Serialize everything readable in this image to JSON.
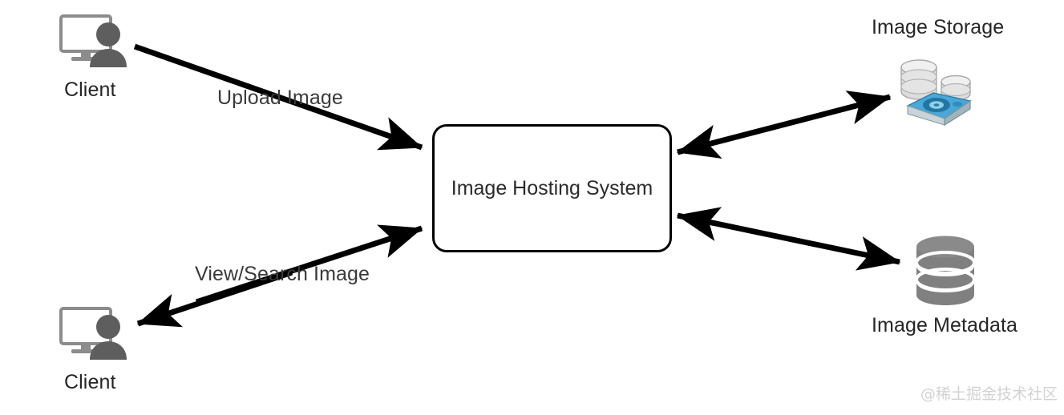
{
  "diagram": {
    "title": "Image Hosting System architecture",
    "system": {
      "label": "Image Hosting System"
    },
    "nodes": [
      {
        "id": "client-top",
        "label": "Client",
        "icon": "client-workstation-icon"
      },
      {
        "id": "client-bottom",
        "label": "Client",
        "icon": "client-workstation-icon"
      },
      {
        "id": "storage",
        "label": "Image Storage",
        "icon": "disk-storage-icon"
      },
      {
        "id": "metadata",
        "label": "Image Metadata",
        "icon": "database-cylinder-icon"
      }
    ],
    "edges": [
      {
        "id": "upload",
        "label": "Upload Image",
        "from": "client-top",
        "to": "system",
        "direction": "one-way"
      },
      {
        "id": "view-request",
        "label": "View/Search Image",
        "from": "client-bottom",
        "to": "system",
        "direction": "one-way"
      },
      {
        "id": "view-response",
        "label": "",
        "from": "system",
        "to": "client-bottom",
        "direction": "one-way"
      },
      {
        "id": "storage-link",
        "label": "",
        "from": "system",
        "to": "storage",
        "direction": "two-way"
      },
      {
        "id": "metadata-link",
        "label": "",
        "from": "system",
        "to": "metadata",
        "direction": "two-way"
      }
    ],
    "colors": {
      "stroke": "#000000",
      "box_fill": "#ffffff",
      "text": "#262626",
      "icon_gray": "#5e5e5e",
      "monitor_gray": "#8c8c8c",
      "database_gray": "#808080",
      "storage_blue": "#2a8fc4",
      "background": "#ffffff"
    }
  },
  "watermark": {
    "text": "@稀土掘金技术社区"
  }
}
